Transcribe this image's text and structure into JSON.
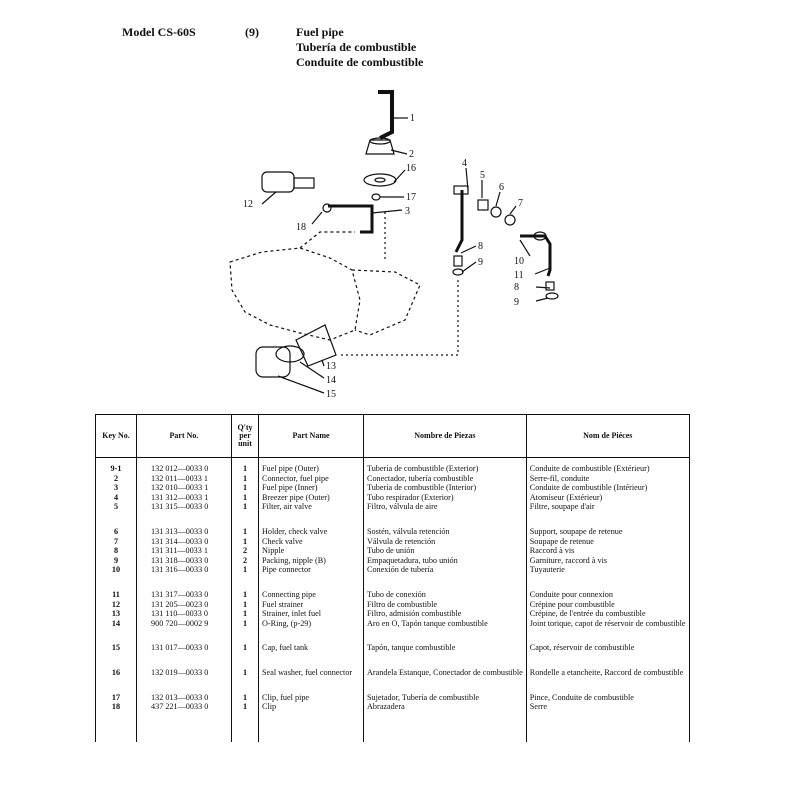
{
  "header": {
    "model": "Model CS-60S",
    "section": "(9)",
    "title_en": "Fuel pipe",
    "title_es": "Tubería de combustible",
    "title_fr": "Conduite de combustible"
  },
  "diagram_callouts": [
    "1",
    "2",
    "16",
    "17",
    "3",
    "12",
    "18",
    "4",
    "5",
    "6",
    "7",
    "8",
    "9",
    "10",
    "11",
    "8",
    "9",
    "13",
    "14",
    "15"
  ],
  "table": {
    "columns": [
      "Key No.",
      "Part No.",
      "Q'ty per unit",
      "Part Name",
      "Nombre de Piezas",
      "Nom de Piéces"
    ],
    "prefix": "9-",
    "rows": [
      {
        "key": "1",
        "part": "132 012—0033 0",
        "qty": "1",
        "en": "Fuel pipe (Outer)",
        "es": "Tubería de combustible (Exterior)",
        "fr": "Conduite de combustible (Extérieur)"
      },
      {
        "key": "2",
        "part": "132 011—0033 1",
        "qty": "1",
        "en": "Connector, fuel pipe",
        "es": "Conectador, tubería combustible",
        "fr": "Serre-fil, conduite"
      },
      {
        "key": "3",
        "part": "132 010—0033 1",
        "qty": "1",
        "en": "Fuel pipe (Inner)",
        "es": "Tubería de combustible (Interior)",
        "fr": "Conduite de combustible (Intérieur)"
      },
      {
        "key": "4",
        "part": "131 312—0033 1",
        "qty": "1",
        "en": "Breezer pipe (Outer)",
        "es": "Tubo respirador (Exterior)",
        "fr": "Atomiseur (Extérieur)"
      },
      {
        "key": "5",
        "part": "131 315—0033 0",
        "qty": "1",
        "en": "Filter, air valve",
        "es": "Filtro, válvula de aire",
        "fr": "Filtre, soupape d'air"
      },
      {
        "key": "6",
        "part": "131 313—0033 0",
        "qty": "1",
        "en": "Holder, check valve",
        "es": "Sostén, válvula retención",
        "fr": "Support, soupape de retenue"
      },
      {
        "key": "7",
        "part": "131 314—0033 0",
        "qty": "1",
        "en": "Check valve",
        "es": "Válvula de retención",
        "fr": "Soupape de retenue"
      },
      {
        "key": "8",
        "part": "131 311—0033 1",
        "qty": "2",
        "en": "Nipple",
        "es": "Tubo de unión",
        "fr": "Raccord à vis"
      },
      {
        "key": "9",
        "part": "131 318—0033 0",
        "qty": "2",
        "en": "Packing, nipple (B)",
        "es": "Empaquetadura, tubo unión",
        "fr": "Garniture, raccord à vis"
      },
      {
        "key": "10",
        "part": "131 316—0033 0",
        "qty": "1",
        "en": "Pipe connector",
        "es": "Conexión de tubería",
        "fr": "Tuyauterie"
      },
      {
        "key": "11",
        "part": "131 317—0033 0",
        "qty": "1",
        "en": "Connecting pipe",
        "es": "Tubo de conexión",
        "fr": "Conduite pour connexion"
      },
      {
        "key": "12",
        "part": "131 205—0023 0",
        "qty": "1",
        "en": "Fuel strainer",
        "es": "Filtro de combustible",
        "fr": "Crépine pour combustible"
      },
      {
        "key": "13",
        "part": "131 110—0033 0",
        "qty": "1",
        "en": "Strainer, inlet fuel",
        "es": "Filtro, admisión combustible",
        "fr": "Crépine, de l'entrée du combustible"
      },
      {
        "key": "14",
        "part": "900 720—0002 9",
        "qty": "1",
        "en": "O-Ring, (p-29)",
        "es": "Aro en O, Tapón tanque combustible",
        "fr": "Joint torique, capot de réservoir de combustible"
      },
      {
        "key": "15",
        "part": "131 017—0033 0",
        "qty": "1",
        "en": "Cap, fuel tank",
        "es": "Tapón, tanque combustible",
        "fr": "Capot, réservoir de combustible"
      },
      {
        "key": "16",
        "part": "132 019—0033 0",
        "qty": "1",
        "en": "Seal washer, fuel connector",
        "es": "Arandela Estanque, Conectador de combustible",
        "fr": "Rondelle a etancheite, Raccord de combustible"
      },
      {
        "key": "17",
        "part": "132 013—0033 0",
        "qty": "1",
        "en": "Clip, fuel pipe",
        "es": "Sujetador, Tubería de combustible",
        "fr": "Pince, Conduite de combustible"
      },
      {
        "key": "18",
        "part": "437 221—0033 0",
        "qty": "1",
        "en": "Clip",
        "es": "Abrazadera",
        "fr": "Serre"
      }
    ]
  }
}
